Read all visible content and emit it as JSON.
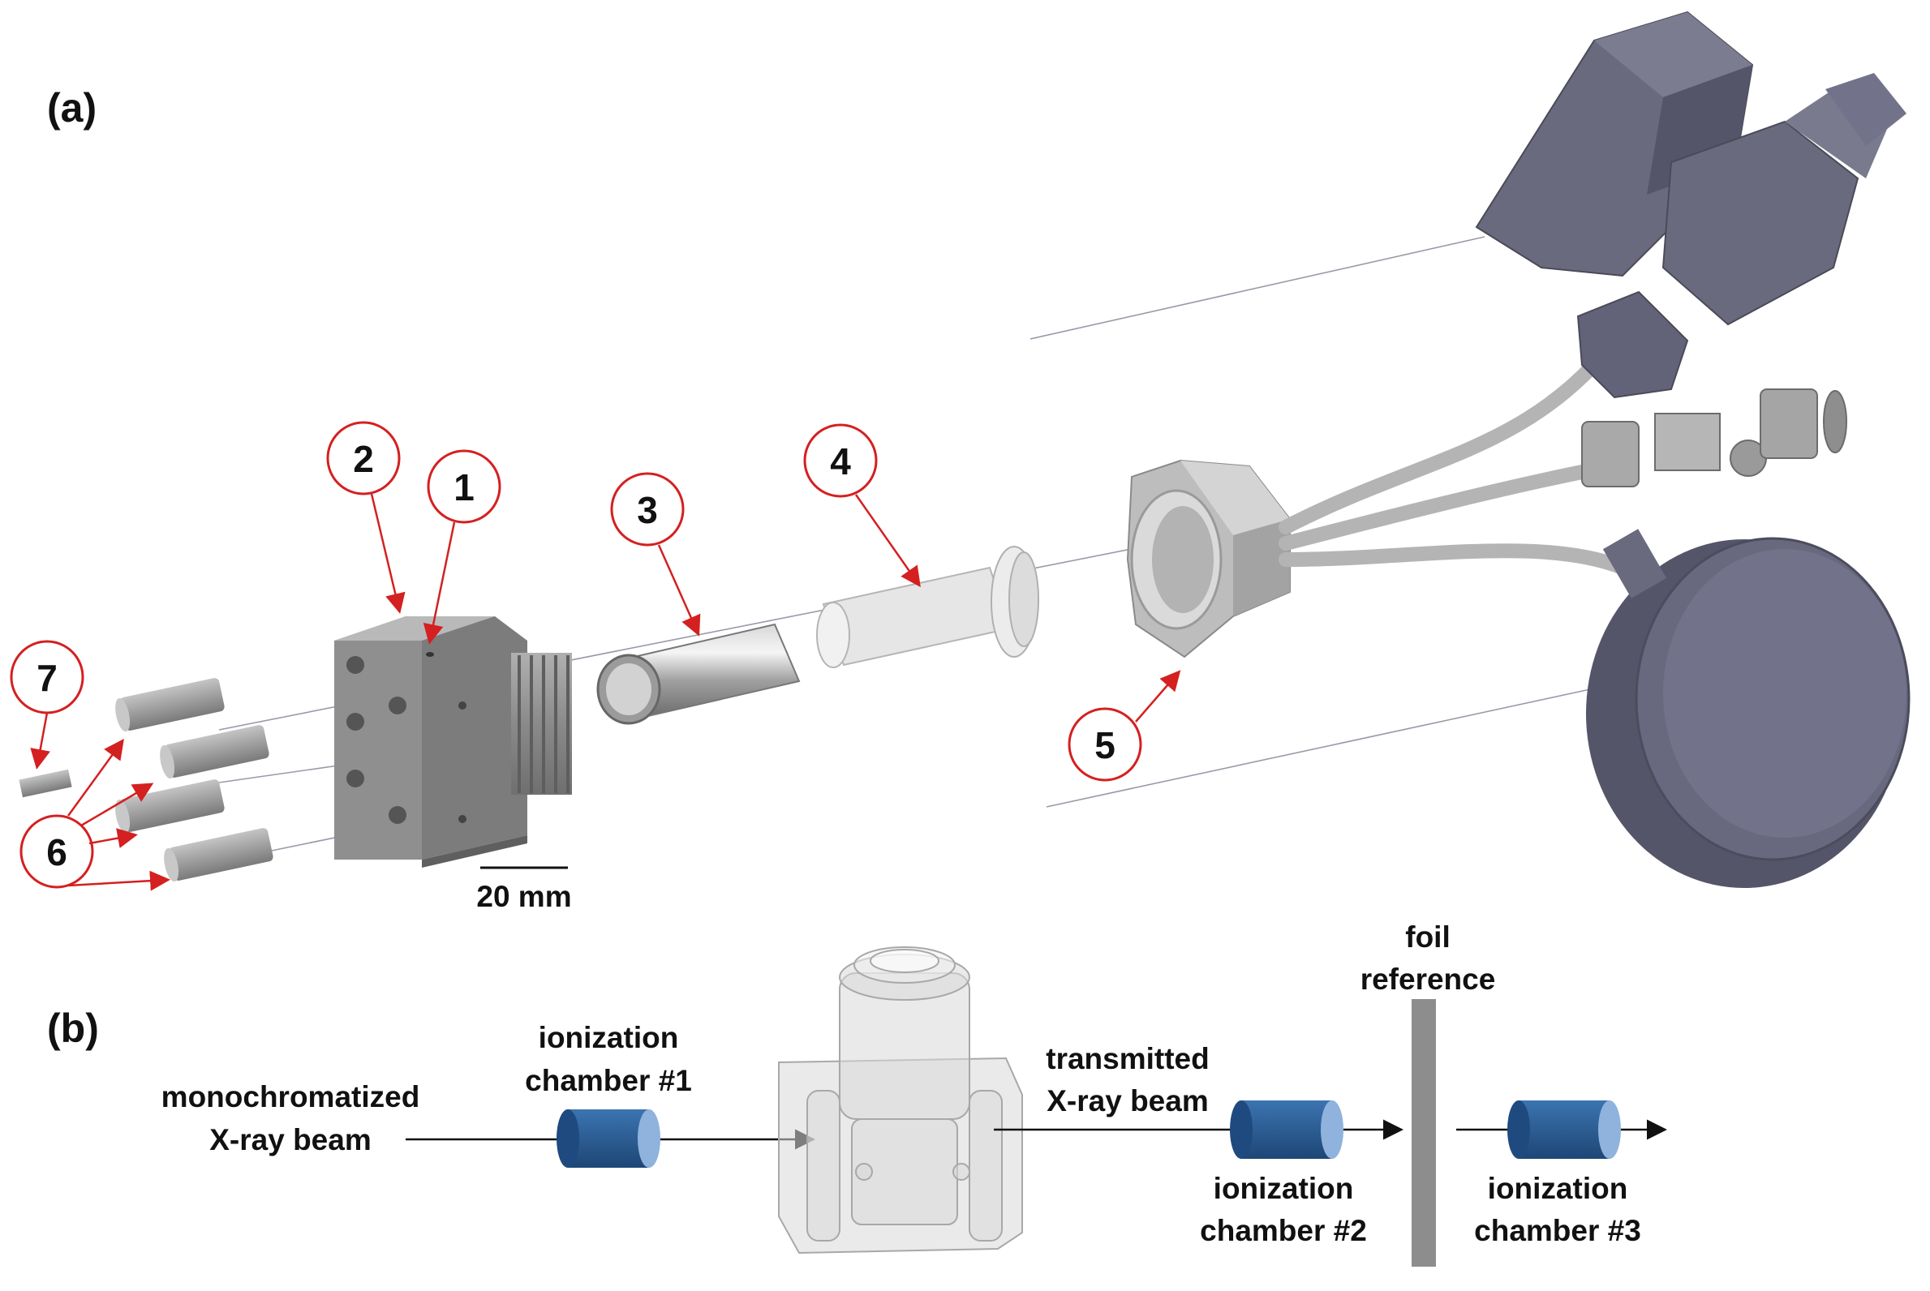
{
  "panel_a": {
    "label": "(a)",
    "callouts": [
      "1",
      "2",
      "3",
      "4",
      "5",
      "6",
      "7"
    ],
    "scale_bar": "20 mm"
  },
  "panel_b": {
    "label": "(b)",
    "beam_in": [
      "monochromatized",
      "X-ray beam"
    ],
    "chamber1": [
      "ionization",
      "chamber #1"
    ],
    "transmitted": [
      "transmitted",
      "X-ray beam"
    ],
    "chamber2": [
      "ionization",
      "chamber #2"
    ],
    "foil": [
      "foil",
      "reference"
    ],
    "chamber3": [
      "ionization",
      "chamber #3"
    ]
  },
  "colors": {
    "callout_red": "#d42020",
    "metal_gray": "#8c8c8c",
    "gauge_dark": "#5a5a6c",
    "chamber_blue": "#2a5c96"
  }
}
